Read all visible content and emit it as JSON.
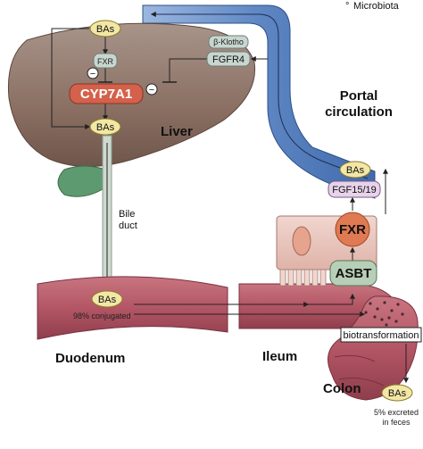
{
  "legend": {
    "microbiota": "Microbiota",
    "symbol": "°"
  },
  "organs": {
    "liver": "Liver",
    "duodenum": "Duodenum",
    "ileum": "Ileum",
    "colon": "Colon",
    "portal_line1": "Portal",
    "portal_line2": "circulation",
    "bile_line1": "Bile",
    "bile_line2": "duct"
  },
  "molecules": {
    "bas_top": "BAs",
    "fxr_liver": "FXR",
    "cyp7a1": "CYP7A1",
    "bas_liver": "BAs",
    "beta_klotho": "β-Klotho",
    "fgfr4": "FGFR4",
    "bas_portal": "BAs",
    "fgf": "FGF15/19",
    "fxr_ileum": "FXR",
    "asbt": "ASBT",
    "bas_duodenum": "BAs",
    "bas_feces": "BAs"
  },
  "notes": {
    "conjugated": "98% conjugated",
    "biotransformation": "biotransformation",
    "excreted_line1": "5% excreted",
    "excreted_line2": "in feces"
  },
  "symbols": {
    "inhibit": "−"
  },
  "colors": {
    "liver": "#8e7466",
    "gut": "#b85a66",
    "portal": "#5f87c4",
    "cyp7a1": "#d4614b",
    "fxr_ileum": "#e07a52",
    "gallbladder": "#5e9a6f",
    "pill": "#f3e7a6"
  }
}
